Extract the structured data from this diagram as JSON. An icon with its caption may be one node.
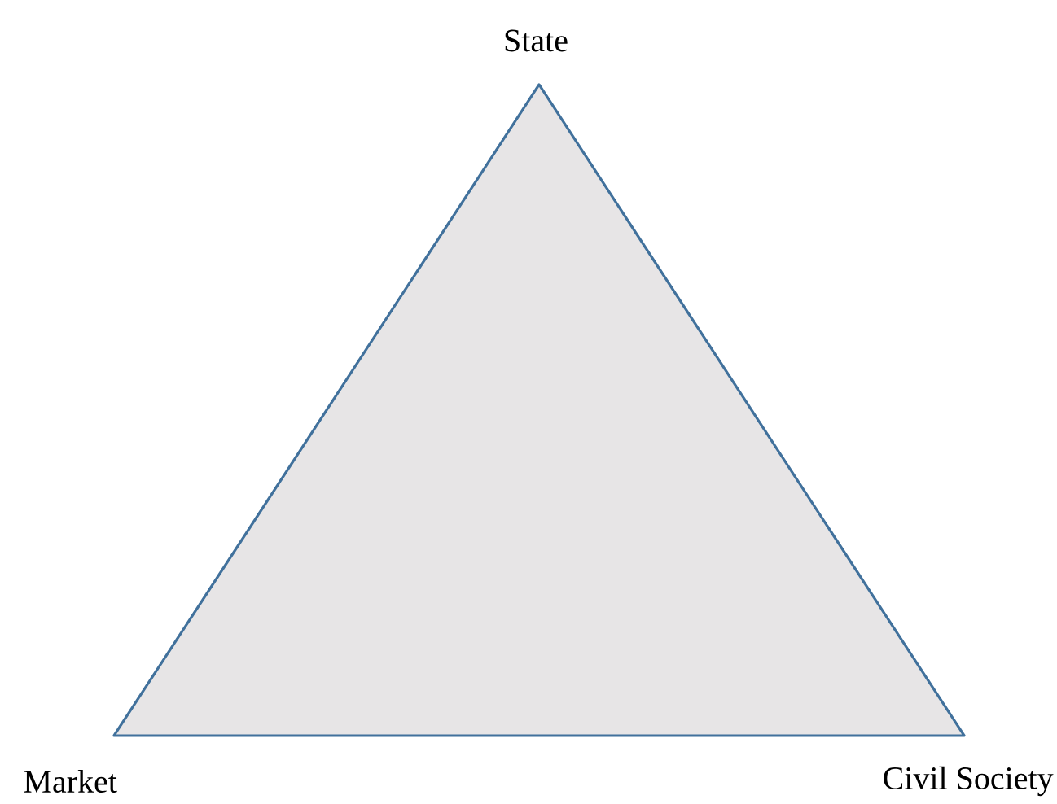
{
  "diagram": {
    "nodes": [
      {
        "text": [],
        "shape": "triangle"
      }
    ],
    "labels": [
      "State",
      "Market",
      "Civil Society"
    ]
  }
}
